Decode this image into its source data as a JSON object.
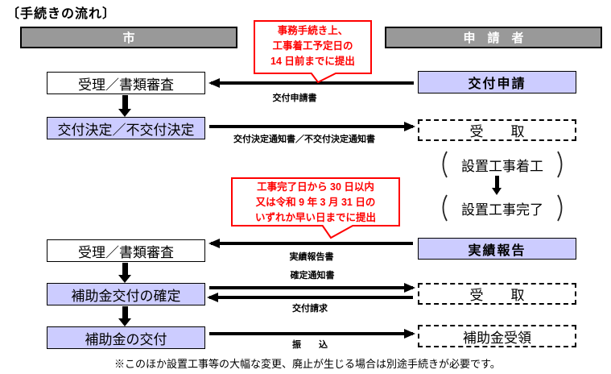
{
  "title": "〔手続きの流れ〕",
  "headers": {
    "city": "市",
    "applicant": "申　請　者"
  },
  "callouts": {
    "first": {
      "lines": [
        "事務手続き上、",
        "工事着工予定日の",
        "14 日前までに提出"
      ]
    },
    "second": {
      "lines": [
        "工事完了日から 30 日以内",
        "又は令和 9 年 3 月 31 日の",
        "いずれか早い日までに提出"
      ]
    }
  },
  "city_steps": {
    "review1": "受理／書類審査",
    "decision": "交付決定／不交付決定",
    "review2": "受理／書類審査",
    "confirmation": "補助金交付の確定",
    "payment": "補助金の交付"
  },
  "applicant_steps": {
    "application": "交付申請",
    "receipt1": "受　　取",
    "construction_start": "設置工事着工",
    "construction_end": "設置工事完了",
    "report": "実績報告",
    "receipt2": "受　　取",
    "subsidy_receipt": "補助金受領"
  },
  "arrow_labels": {
    "application_doc": "交付申請書",
    "decision_doc": "交付決定通知書／不交付決定通知書",
    "report_doc": "実績報告書",
    "confirmation_doc": "確定通知書",
    "payment_request": "交付請求",
    "bank_transfer": "振　　込"
  },
  "note": "※このほか設置工事等の大幅な変更、廃止が生じる場合は別途手続きが必要です。",
  "colors": {
    "step_fill": "#CCCCFF",
    "header_fill": "#999999",
    "callout_red": "#FF0000"
  }
}
